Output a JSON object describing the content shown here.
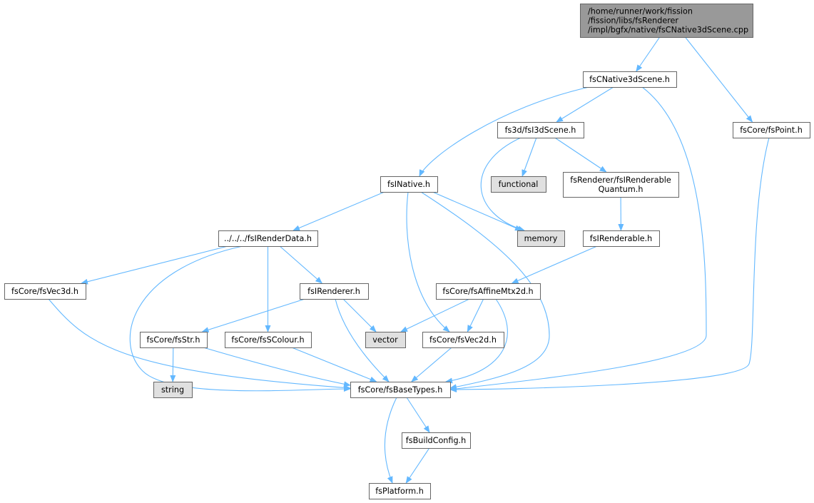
{
  "colors": {
    "edge": "#63b8ff",
    "root_fill": "#999999",
    "file_fill": "#ffffff",
    "system_fill": "#e0e0e0",
    "border": "#666666"
  },
  "nodes": {
    "root": {
      "lines": [
        "/home/runner/work/fission",
        "/fission/libs/fsRenderer",
        "/impl/bgfx/native/fsCNative3dScene.cpp"
      ],
      "kind": "root"
    },
    "native3dscene": {
      "lines": [
        "fsCNative3dScene.h"
      ],
      "kind": "file"
    },
    "point": {
      "lines": [
        "fsCore/fsPoint.h"
      ],
      "kind": "file"
    },
    "i3dscene": {
      "lines": [
        "fs3d/fsI3dScene.h"
      ],
      "kind": "file"
    },
    "inative": {
      "lines": [
        "fsINative.h"
      ],
      "kind": "file"
    },
    "functional": {
      "lines": [
        "functional"
      ],
      "kind": "system"
    },
    "irenderablequantum": {
      "lines": [
        "fsRenderer/fsIRenderable",
        "Quantum.h"
      ],
      "kind": "file"
    },
    "irenderdata": {
      "lines": [
        "../../../fsIRenderData.h"
      ],
      "kind": "file"
    },
    "memory": {
      "lines": [
        "memory"
      ],
      "kind": "system"
    },
    "irenderable": {
      "lines": [
        "fsIRenderable.h"
      ],
      "kind": "file"
    },
    "vec3d": {
      "lines": [
        "fsCore/fsVec3d.h"
      ],
      "kind": "file"
    },
    "irenderer": {
      "lines": [
        "fsIRenderer.h"
      ],
      "kind": "file"
    },
    "affinemtx2d": {
      "lines": [
        "fsCore/fsAffineMtx2d.h"
      ],
      "kind": "file"
    },
    "str": {
      "lines": [
        "fsCore/fsStr.h"
      ],
      "kind": "file"
    },
    "scolour": {
      "lines": [
        "fsCore/fsSColour.h"
      ],
      "kind": "file"
    },
    "vector": {
      "lines": [
        "vector"
      ],
      "kind": "system"
    },
    "vec2d": {
      "lines": [
        "fsCore/fsVec2d.h"
      ],
      "kind": "file"
    },
    "string": {
      "lines": [
        "string"
      ],
      "kind": "system"
    },
    "basetypes": {
      "lines": [
        "fsCore/fsBaseTypes.h"
      ],
      "kind": "file"
    },
    "buildconfig": {
      "lines": [
        "fsBuildConfig.h"
      ],
      "kind": "file"
    },
    "platform": {
      "lines": [
        "fsPlatform.h"
      ],
      "kind": "file"
    }
  },
  "edges": [
    [
      "root",
      "native3dscene"
    ],
    [
      "root",
      "point"
    ],
    [
      "native3dscene",
      "i3dscene"
    ],
    [
      "native3dscene",
      "inative"
    ],
    [
      "native3dscene",
      "basetypes"
    ],
    [
      "point",
      "basetypes"
    ],
    [
      "i3dscene",
      "functional"
    ],
    [
      "i3dscene",
      "irenderablequantum"
    ],
    [
      "i3dscene",
      "memory"
    ],
    [
      "inative",
      "irenderdata"
    ],
    [
      "inative",
      "memory"
    ],
    [
      "inative",
      "vec2d"
    ],
    [
      "inative",
      "basetypes"
    ],
    [
      "irenderablequantum",
      "irenderable"
    ],
    [
      "irenderable",
      "affinemtx2d"
    ],
    [
      "irenderdata",
      "vec3d"
    ],
    [
      "irenderdata",
      "irenderer"
    ],
    [
      "irenderdata",
      "scolour"
    ],
    [
      "irenderdata",
      "basetypes"
    ],
    [
      "irenderer",
      "str"
    ],
    [
      "irenderer",
      "vector"
    ],
    [
      "irenderer",
      "basetypes"
    ],
    [
      "affinemtx2d",
      "vector"
    ],
    [
      "affinemtx2d",
      "vec2d"
    ],
    [
      "affinemtx2d",
      "basetypes"
    ],
    [
      "vec3d",
      "basetypes"
    ],
    [
      "str",
      "string"
    ],
    [
      "str",
      "basetypes"
    ],
    [
      "scolour",
      "basetypes"
    ],
    [
      "vec2d",
      "basetypes"
    ],
    [
      "basetypes",
      "buildconfig"
    ],
    [
      "basetypes",
      "platform"
    ],
    [
      "buildconfig",
      "platform"
    ]
  ]
}
